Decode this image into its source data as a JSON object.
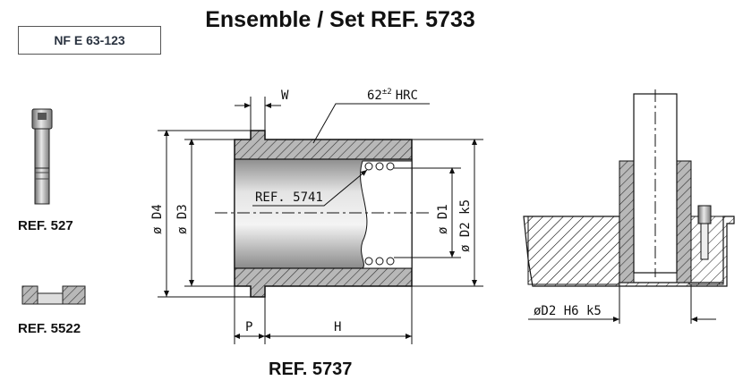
{
  "title": "Ensemble / Set REF. 5733",
  "norm": "NF E 63-123",
  "parts": {
    "screw": "REF. 527",
    "washer": "REF. 5522",
    "bushing": "REF. 5737"
  },
  "drawing": {
    "width_label": "W",
    "hardness": "62",
    "hardness_tol": "±2",
    "hardness_unit": "HRC",
    "ball_cage": "REF. 5741",
    "d4": "ø D4",
    "d3": "ø D3",
    "d1": "ø D1",
    "d2": "ø D2 k5",
    "p": "P",
    "h": "H",
    "fit": "øD2 H6 k5"
  }
}
